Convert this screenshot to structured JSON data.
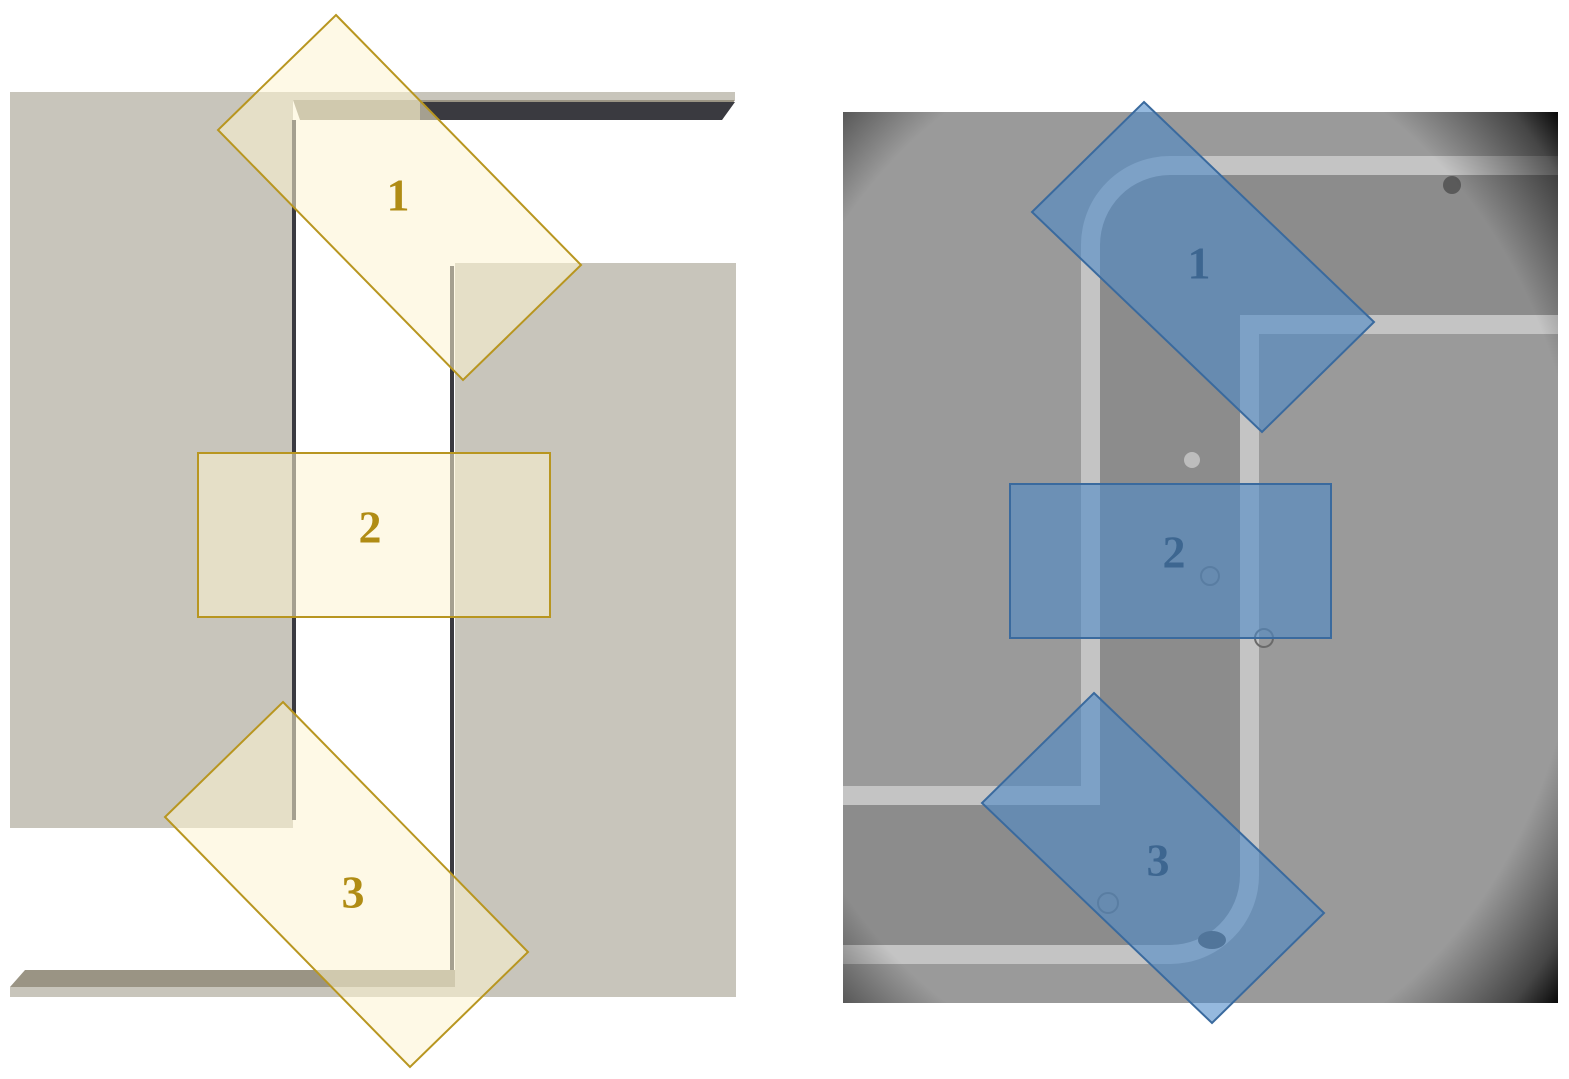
{
  "colors": {
    "schematic_plate": "#c8c5bb",
    "schematic_shadow": "#9a9484",
    "schematic_edge": "#3a3a40",
    "schematic_region_fill": "#fef4d2",
    "schematic_region_stroke": "#b89620",
    "schematic_label": "#b08c14",
    "micrograph_background": "#9a9a9a",
    "micrograph_channel": "#8c8c8c",
    "micrograph_region_fill": "#4f8ac8",
    "micrograph_region_stroke": "#3a6a9e",
    "micrograph_label": "#3d6690"
  },
  "schematic": {
    "regions": [
      {
        "label": "1"
      },
      {
        "label": "2"
      },
      {
        "label": "3"
      }
    ]
  },
  "micrograph": {
    "regions": [
      {
        "label": "1"
      },
      {
        "label": "2"
      },
      {
        "label": "3"
      }
    ]
  }
}
